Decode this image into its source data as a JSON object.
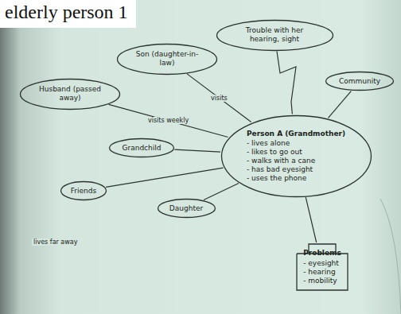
{
  "diagram": {
    "title": "elderly person 1",
    "nodes": [
      {
        "text": [
          "Son (daughter-in-law)"
        ]
      },
      {
        "text": [
          "Trouble with her hearing, sight"
        ]
      },
      {
        "text": [
          "Husband (passed away)"
        ]
      },
      {
        "text": [
          "Grandchild"
        ]
      },
      {
        "text": [
          "Community"
        ]
      },
      {
        "text": [
          "Person A (Grandmother)",
          "- lives alone",
          "- likes to go out",
          "- walks with a cane",
          "- has bad eyesight",
          "- uses the phone"
        ]
      },
      {
        "text": [
          "Friends"
        ]
      },
      {
        "text": [
          "Daughter"
        ]
      },
      {
        "text": [
          "Problems",
          "- eyesight",
          "- hearing",
          "- mobility"
        ]
      }
    ],
    "edges": [
      {
        "from": 0,
        "to": 5,
        "arrow": "none",
        "label": "visits"
      },
      {
        "from": 1,
        "to": 5,
        "arrow": "none"
      },
      {
        "from": 2,
        "to": 5,
        "arrow": "none",
        "label": "visits weekly"
      },
      {
        "from": 3,
        "to": 5,
        "arrow": "none"
      },
      {
        "from": 4,
        "to": 5,
        "arrow": "none"
      },
      {
        "from": 6,
        "to": 5,
        "arrow": "none"
      },
      {
        "from": 7,
        "to": 5,
        "arrow": "none"
      },
      {
        "from": 5,
        "to": 8,
        "arrow": "none"
      }
    ],
    "labels": [
      "lives far away"
    ]
  }
}
